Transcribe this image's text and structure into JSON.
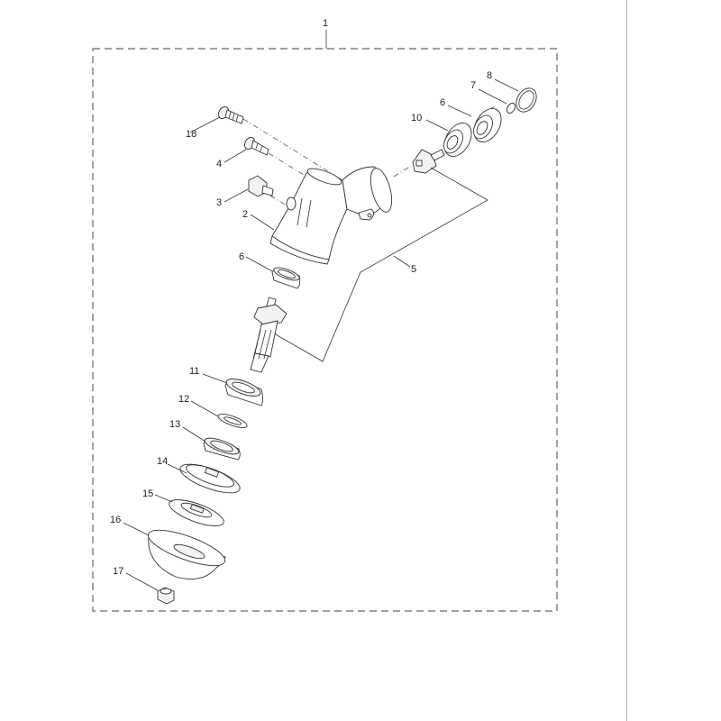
{
  "diagram": {
    "type": "exploded-parts-diagram",
    "assembly_callout": "1",
    "parts": [
      {
        "id": "2",
        "label": "2",
        "name": "gear-case-housing"
      },
      {
        "id": "3",
        "label": "3",
        "name": "bolt-large-head"
      },
      {
        "id": "4",
        "label": "4",
        "name": "bolt-flange-medium"
      },
      {
        "id": "5",
        "label": "5",
        "name": "bevel-gear-set"
      },
      {
        "id": "6",
        "label": "6",
        "name": "oil-seal-upper"
      },
      {
        "id": "7",
        "label": "7",
        "name": "ball-bearing-outer"
      },
      {
        "id": "8",
        "label": "8",
        "name": "snap-ring-small"
      },
      {
        "id": "9",
        "label": "9",
        "name": "circlip-large"
      },
      {
        "id": "10",
        "label": "10",
        "name": "ball-bearing-inner"
      },
      {
        "id": "11",
        "label": "11",
        "name": "ball-bearing-lower"
      },
      {
        "id": "12",
        "label": "12",
        "name": "circlip-lower"
      },
      {
        "id": "13",
        "label": "13",
        "name": "oil-seal-lower"
      },
      {
        "id": "14",
        "label": "14",
        "name": "holder-plate"
      },
      {
        "id": "15",
        "label": "15",
        "name": "fixture-washer"
      },
      {
        "id": "16",
        "label": "16",
        "name": "cup-guard"
      },
      {
        "id": "17",
        "label": "17",
        "name": "nut"
      },
      {
        "id": "18",
        "label": "18",
        "name": "bolt-flange-long"
      }
    ]
  }
}
